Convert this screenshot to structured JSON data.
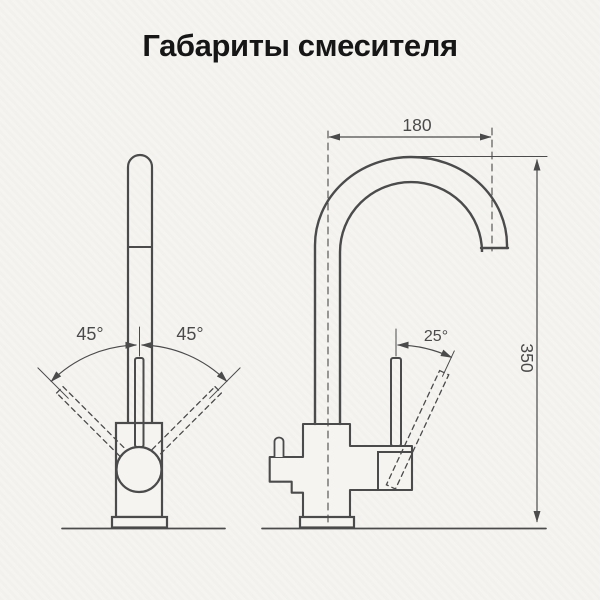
{
  "title": "Габариты смесителя",
  "front_view": {
    "description": "front view of mixer tap with handle swivel range",
    "left_swivel_angle": "45°",
    "right_swivel_angle": "45°"
  },
  "side_view": {
    "description": "side view of mixer tap with overall dimensions",
    "spout_reach_mm": "180",
    "total_height_mm": "350",
    "lever_tilt_angle": "25°"
  },
  "colors": {
    "background": "#f5f4f1",
    "outline": "#4b4b4b",
    "dimension_lines": "#5a5a5a",
    "label_text": "#4a4a4a",
    "title_text": "#161616"
  }
}
